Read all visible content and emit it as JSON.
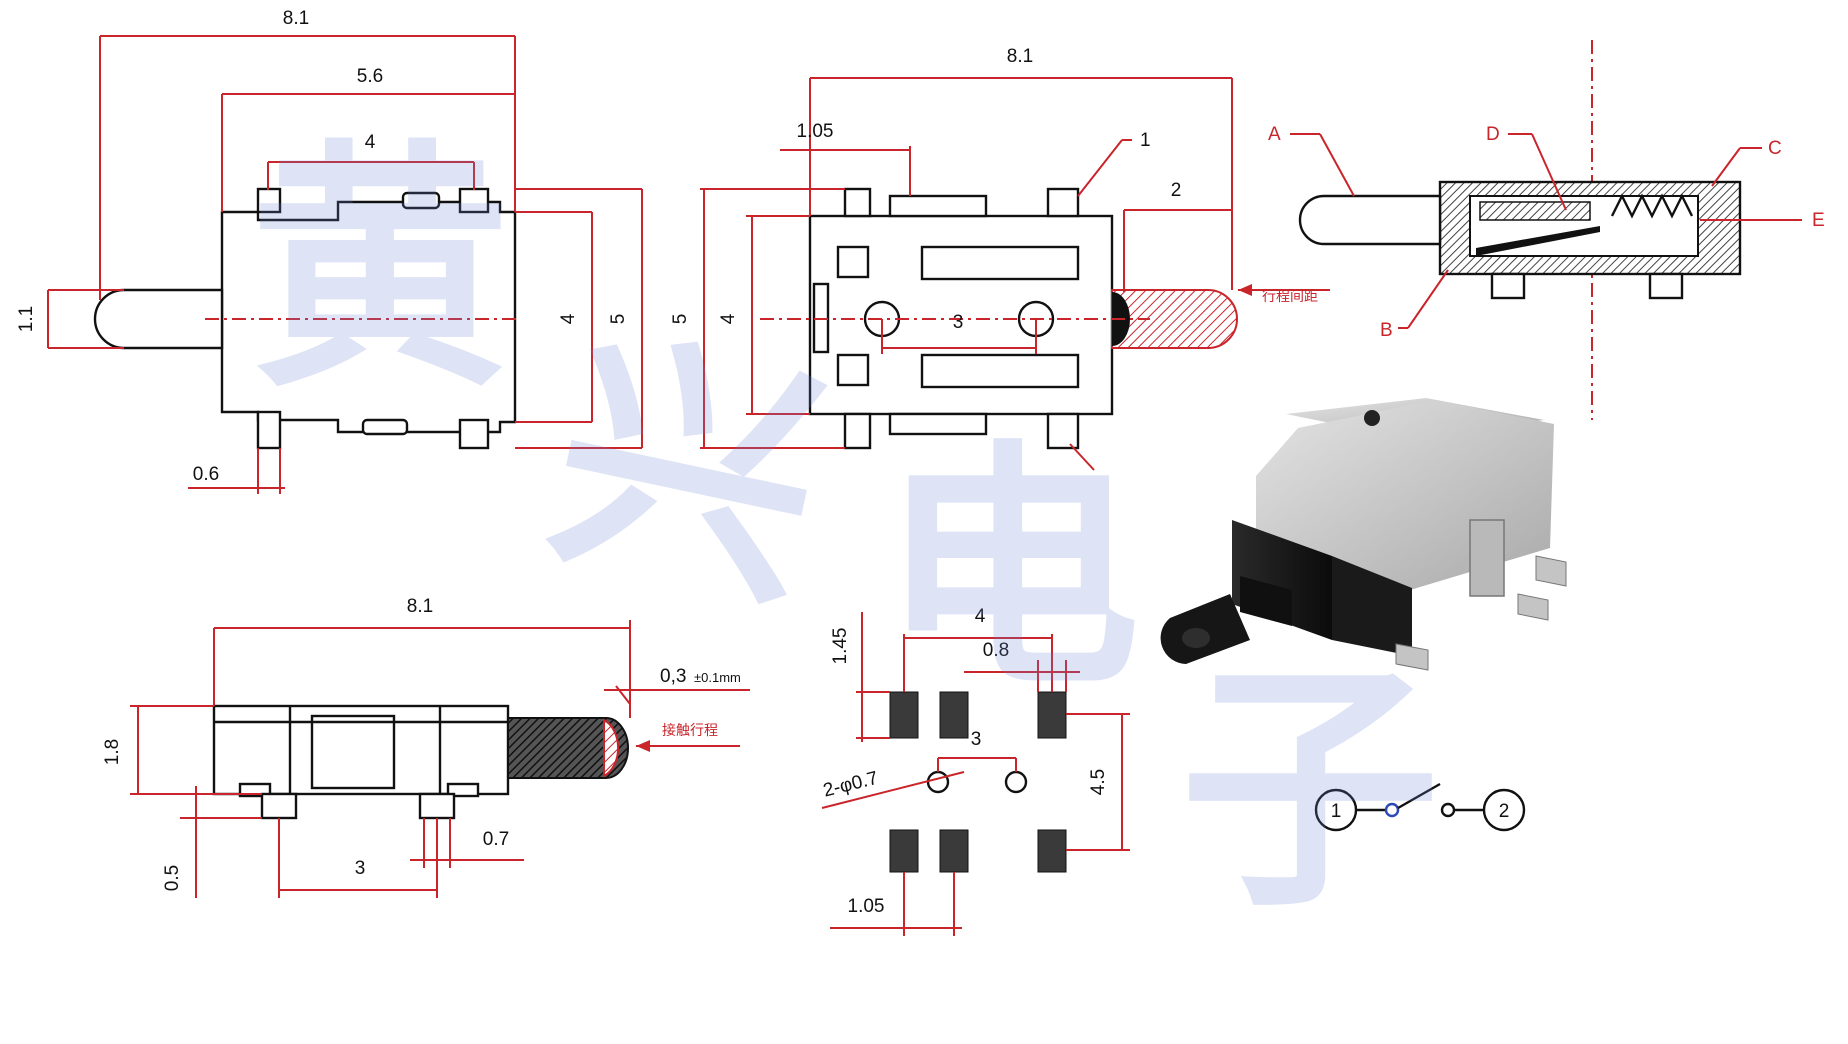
{
  "colors": {
    "dimension": "#c9252b",
    "outline": "#111111",
    "watermark": "#6d86d6",
    "highlight": "#2c49b8"
  },
  "side_view": {
    "dim_total": "8.1",
    "dim_body": "5.6",
    "dim_pin": "4",
    "dim_plunger": "1.1",
    "dim_width_inner": "4",
    "dim_width_outer": "5",
    "dim_foot": "0.6"
  },
  "top_view": {
    "dim_total": "8.1",
    "dim_pin_w": "1.05",
    "dim_travel": "2",
    "dim_hole_pitch": "3",
    "dim_width_outer": "5",
    "dim_width_inner": "4",
    "callout_1": "1",
    "travel_note": "行程间距"
  },
  "section_view": {
    "label_a": "A",
    "label_b": "B",
    "label_c": "C",
    "label_d": "D",
    "label_e": "E"
  },
  "front_view": {
    "dim_total": "8.1",
    "dim_height": "1.8",
    "dim_contact": "0,3",
    "dim_contact_tol": "±0.1mm",
    "contact_note": "接触行程",
    "dim_standoff": "0.5",
    "dim_pitch": "3",
    "dim_pin": "0.7"
  },
  "footprint": {
    "dim_pad_h": "1.45",
    "dim_span": "4",
    "dim_pad_w": "0.8",
    "dim_hole_pitch": "3",
    "dim_holes": "2-φ0.7",
    "dim_row_gap": "4.5",
    "dim_pad_pitch": "1.05"
  },
  "schematic": {
    "terminal_1": "1",
    "terminal_2": "2"
  },
  "watermark": {
    "chars": [
      "黄",
      "兴",
      "电",
      "子"
    ]
  }
}
